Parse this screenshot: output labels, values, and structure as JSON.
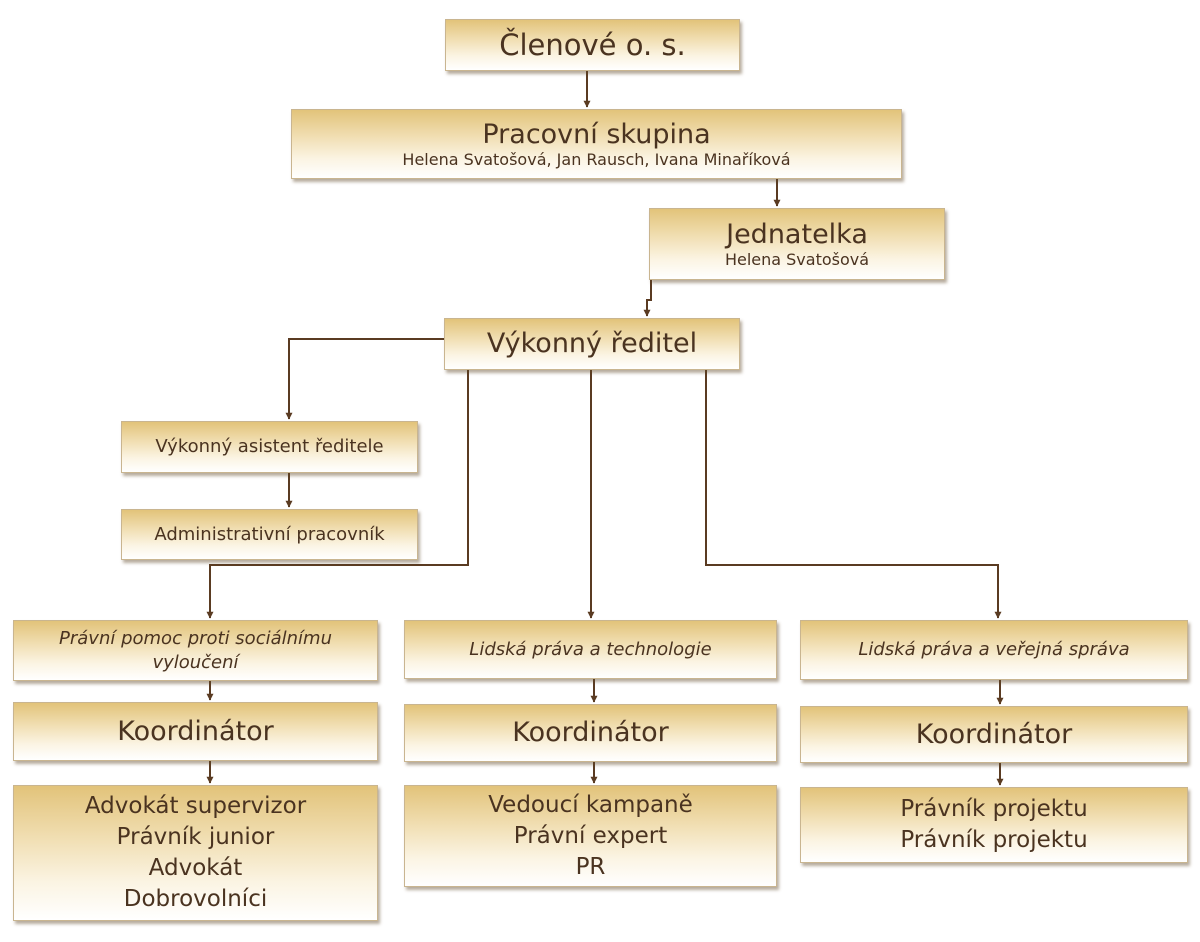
{
  "nodes": {
    "members": {
      "title": "Členové o. s."
    },
    "working_group": {
      "title": "Pracovní skupina",
      "subtitle": "Helena Svatošová, Jan Rausch, Ivana Minaříková"
    },
    "managing_director": {
      "title": "Jednatelka",
      "subtitle": "Helena Svatošová"
    },
    "executive_director": {
      "title": "Výkonný ředitel"
    },
    "executive_assistant": {
      "title": "Výkonný asistent ředitele"
    },
    "admin_worker": {
      "title": "Administrativní pracovník"
    },
    "program_legal_aid": {
      "title": "Právní pomoc proti sociálnímu vyloučení"
    },
    "program_tech": {
      "title": "Lidská práva a technologie"
    },
    "program_public_admin": {
      "title": "Lidská práva a veřejná správa"
    },
    "coordinator_1": {
      "title": "Koordinátor"
    },
    "coordinator_2": {
      "title": "Koordinátor"
    },
    "coordinator_3": {
      "title": "Koordinátor"
    },
    "staff_1": {
      "lines": [
        "Advokát supervizor",
        "Právník junior",
        "Advokát",
        "Dobrovolníci"
      ]
    },
    "staff_2": {
      "lines": [
        "Vedoucí kampaně",
        "Právní expert",
        "PR"
      ]
    },
    "staff_3": {
      "lines": [
        "Právník projektu",
        "Právník projektu"
      ]
    }
  },
  "colors": {
    "connector": "#5a3b22",
    "text": "#4a3320",
    "box_top": "#e2c37a",
    "box_bottom": "#ffffff"
  }
}
